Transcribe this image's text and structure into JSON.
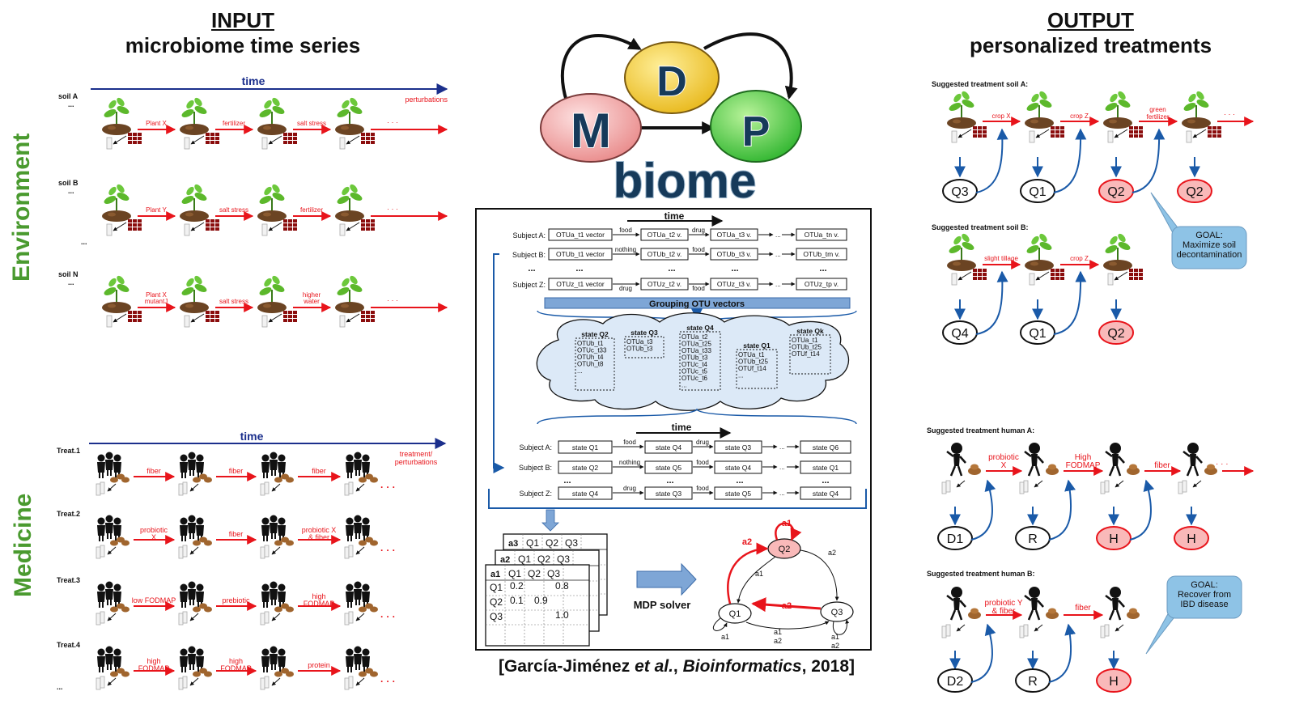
{
  "input_header": {
    "line1": "INPUT",
    "line2": "microbiome time series"
  },
  "output_header": {
    "line1": "OUTPUT",
    "line2": "personalized treatments"
  },
  "side_labels": {
    "environment": "Environment",
    "medicine": "Medicine"
  },
  "logo": {
    "letters": [
      "M",
      "D",
      "P"
    ],
    "word": "biome"
  },
  "citation": {
    "part1": "[García-Jiménez ",
    "part2": "et al.",
    "part3": ", ",
    "part4": "Bioinformatics",
    "part5": ", 2018]"
  },
  "env_input": {
    "time_label": "time",
    "perturbations_label": "perturbations",
    "rows": [
      {
        "label": "soil A",
        "dots": "...",
        "perturbations": [
          "Plant X",
          "fertilizer",
          "salt stress"
        ]
      },
      {
        "label": "soil B",
        "dots": "...",
        "perturbations": [
          "Plant Y",
          "salt stress",
          "fertilizer"
        ]
      },
      {
        "label": "soil N",
        "dots": "...",
        "perturbations": [
          "Plant X mutantJ",
          "salt stress",
          "higher water"
        ]
      }
    ],
    "mid_dots": "...",
    "ellipsis": "· · ·"
  },
  "med_input": {
    "time_label": "time",
    "treatment_label": "treatment/ perturbations",
    "rows": [
      {
        "label": "Treat.1",
        "treatments": [
          "fiber",
          "fiber",
          "fiber"
        ]
      },
      {
        "label": "Treat.2",
        "treatments": [
          "probiotic X",
          "fiber",
          "probiotic X & fiber"
        ]
      },
      {
        "label": "Treat.3",
        "treatments": [
          "low FODMAP",
          "prebiotic",
          "high FODMAP"
        ]
      },
      {
        "label": "Treat.4",
        "treatments": [
          "high FODMAP",
          "high FODMAP",
          "protein"
        ]
      }
    ],
    "bottom_dots": "...",
    "ellipsis": "· · ·"
  },
  "process": {
    "time_label": "time",
    "subjects_top": [
      {
        "label": "Subject A:",
        "cells": [
          "OTUa_t1 vector",
          "OTUa_t2 v.",
          "OTUa_t3 v.",
          "OTUa_tn v."
        ],
        "actions": [
          "food",
          "drug"
        ]
      },
      {
        "label": "Subject B:",
        "cells": [
          "OTUb_t1 vector",
          "OTUb_t2 v.",
          "OTUb_t3 v.",
          "OTUb_tm v."
        ],
        "actions": [
          "nothing",
          "food"
        ]
      },
      {
        "label": "Subject Z:",
        "cells": [
          "OTUz_t1 vector",
          "OTUz_t2 v.",
          "OTUz_t3 v.",
          "OTUz_tp v."
        ],
        "actions": [
          "drug",
          "food"
        ]
      }
    ],
    "grouping_label": "Grouping OTU vectors",
    "states": [
      {
        "title": "state Q2",
        "items": [
          "OTUb_t1",
          "OTUc_t33",
          "OTUh_t4",
          "OTUh_t8",
          "..."
        ]
      },
      {
        "title": "state Q3",
        "items": [
          "OTUa_t3",
          "OTUb_t3"
        ]
      },
      {
        "title": "state Q4",
        "items": [
          "OTUa_t2",
          "OTUa_t25",
          "OTUa_t33",
          "OTUb_t3",
          "OTUc_t4",
          "OTUc_t5",
          "OTUc_t6",
          "..."
        ]
      },
      {
        "title": "state Q1",
        "items": [
          "OTUa_t1",
          "OTUb_t25",
          "OTUf_t14",
          "..."
        ]
      },
      {
        "title": "state Qk",
        "items": [
          "OTUa_t1",
          "OTUb_t25",
          "OTUf_t14"
        ]
      }
    ],
    "subjects_bottom": [
      {
        "label": "Subject A:",
        "cells": [
          "state Q1",
          "state Q4",
          "state Q3",
          "state Q6"
        ],
        "actions": [
          "food",
          "drug"
        ]
      },
      {
        "label": "Subject B:",
        "cells": [
          "state Q2",
          "state Q5",
          "state Q4",
          "state Q1"
        ],
        "actions": [
          "nothing",
          "food"
        ]
      },
      {
        "label": "Subject Z:",
        "cells": [
          "state Q4",
          "state Q3",
          "state Q5",
          "state Q4"
        ],
        "actions": [
          "drug",
          "food"
        ]
      }
    ],
    "dots": "...",
    "cell_dots": "...",
    "matrix": {
      "layers": [
        "a3",
        "a2",
        "a1"
      ],
      "cols": [
        "Q1",
        "Q2",
        "Q3"
      ],
      "rows": [
        "Q1",
        "Q2",
        "Q3"
      ],
      "values": [
        "0.2",
        "0.8",
        "0.1",
        "0.9",
        "1.0"
      ]
    },
    "solver_label": "MDP solver",
    "graph": {
      "nodes": [
        "Q2",
        "Q1",
        "Q3"
      ],
      "labels": [
        "a1",
        "a2",
        "a2",
        "a1",
        "a2",
        "a1",
        "a1",
        "a2",
        "a1",
        "a2"
      ]
    }
  },
  "env_output": {
    "soil_a": {
      "title": "Suggested treatment  soil A:",
      "actions": [
        "crop X",
        "crop Z",
        "green fertilizer"
      ],
      "states": [
        "Q3",
        "Q1",
        "Q2",
        "Q2"
      ]
    },
    "soil_b": {
      "title": "Suggested treatment  soil B:",
      "actions": [
        "slight tillage",
        "crop Z"
      ],
      "states": [
        "Q4",
        "Q1",
        "Q2"
      ]
    },
    "goal": "GOAL: Maximize soil decontamination",
    "ellipsis": "· · ·"
  },
  "med_output": {
    "human_a": {
      "title": "Suggested treatment human A:",
      "actions": [
        "probiotic X",
        "High FODMAP",
        "fiber"
      ],
      "states": [
        "D1",
        "R",
        "H",
        "H"
      ]
    },
    "human_b": {
      "title": "Suggested treatment human B:",
      "actions": [
        "probiotic Y & fiber",
        "fiber"
      ],
      "states": [
        "D2",
        "R",
        "H"
      ]
    },
    "goal": "GOAL: Recover from IBD disease",
    "ellipsis": "· · ·"
  },
  "colors": {
    "red": "#e8141b",
    "blue_arrow": "#1a5aa8",
    "time_blue": "#1b2f8c",
    "green_label": "#4a9a2f",
    "goal_fill": "#8ec3e6",
    "cloud_fill": "#dce9f7",
    "bar_fill": "#7ea6d6",
    "highlight_node": "#f9b9b9"
  }
}
